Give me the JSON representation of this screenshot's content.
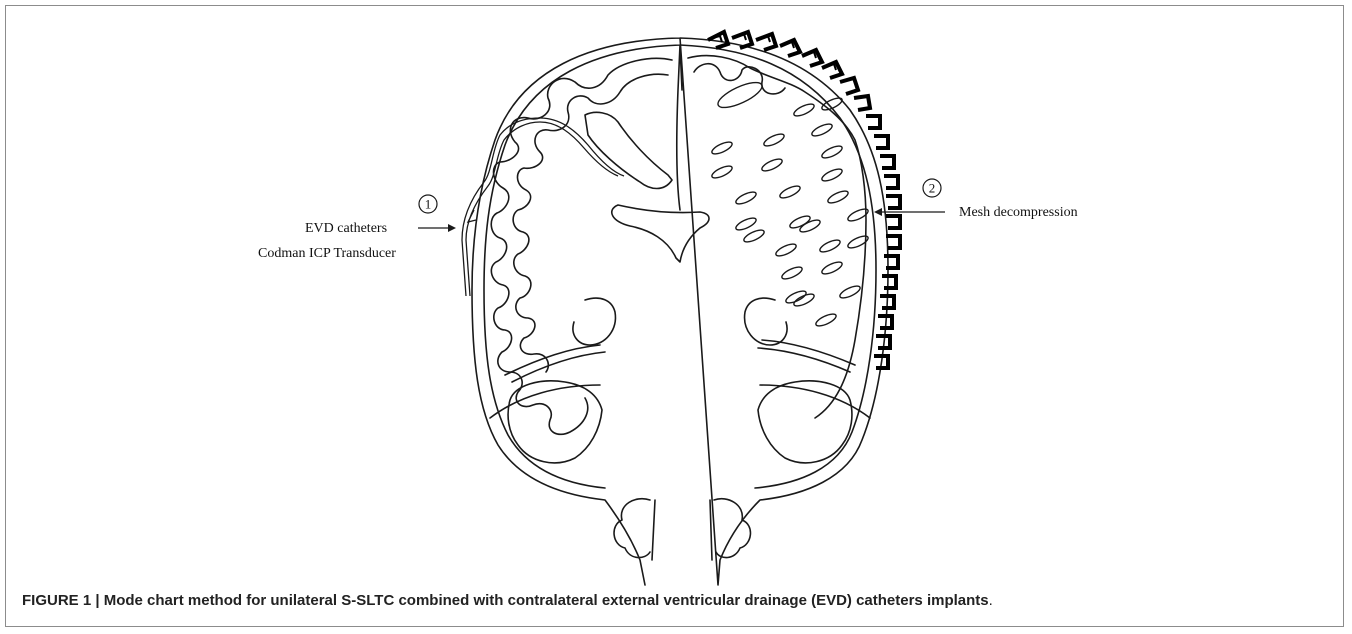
{
  "diagram": {
    "callouts": [
      {
        "number": "1",
        "text_lines": [
          "EVD catheters",
          "Codman ICP Transducer"
        ]
      },
      {
        "number": "2",
        "text_lines": [
          "Mesh decompression"
        ]
      }
    ],
    "colors": {
      "line": "#1a1a1a",
      "fill": "#ffffff",
      "mesh": "#000000",
      "frame": "#8c8c8c"
    }
  },
  "caption": {
    "text": "FIGURE 1 | Mode chart method for unilateral S-SLTC combined with contralateral external ventricular drainage (EVD) catheters implants",
    "end_punct": "."
  }
}
